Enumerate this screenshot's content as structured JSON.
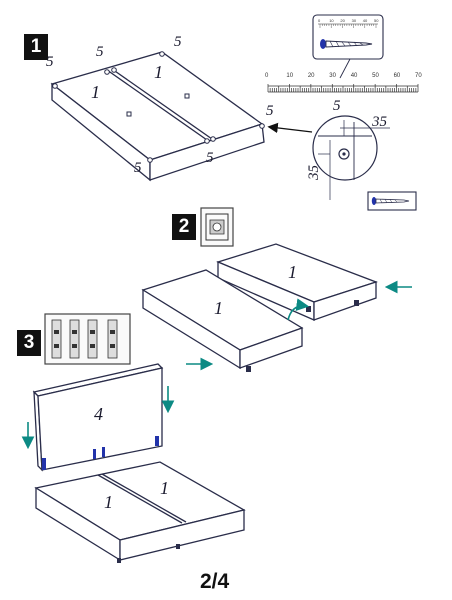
{
  "steps": [
    {
      "number": "1"
    },
    {
      "number": "2"
    },
    {
      "number": "3"
    }
  ],
  "step1": {
    "panel_labels": [
      "1",
      "1"
    ],
    "screw_labels": [
      "5",
      "5",
      "5",
      "5",
      "5",
      "5"
    ],
    "detail": {
      "screw_label": "5",
      "dim_horizontal": "35",
      "dim_vertical": "35"
    },
    "ruler": {
      "ticks": [
        "0",
        "10",
        "20",
        "30",
        "40",
        "50",
        "60",
        "70"
      ],
      "mini_ticks": [
        "0",
        "10",
        "20",
        "30",
        "40",
        "50"
      ]
    }
  },
  "step2": {
    "panel_labels": [
      "1",
      "1"
    ]
  },
  "step3": {
    "headboard_label": "4",
    "panel_labels": [
      "1",
      "1"
    ]
  },
  "footer": {
    "page_number": "2/4"
  },
  "colors": {
    "line": "#2a2d4a",
    "arrow": "#0c8a84",
    "leg": "#2233aa",
    "badge": "#111111"
  }
}
